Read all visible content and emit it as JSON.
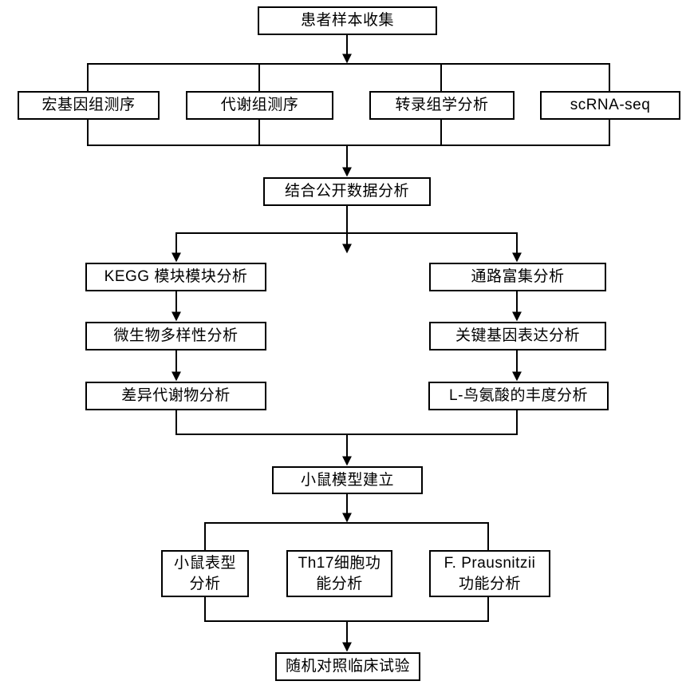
{
  "diagram": {
    "type": "flowchart",
    "background_color": "#ffffff",
    "line_color": "#000000",
    "node_border_color": "#000000",
    "node_fill_color": "#ffffff",
    "text_color": "#000000",
    "nodes": {
      "patient_sample_collection": {
        "label": "患者样本收集"
      },
      "metagenomic_sequencing": {
        "label": "宏基因组测序"
      },
      "metabolomic_sequencing": {
        "label": "代谢组测序"
      },
      "transcriptomic_analysis": {
        "label": "转录组学分析"
      },
      "scrna_seq": {
        "label": "scRNA-seq"
      },
      "combined_public_data_analysis": {
        "label": "结合公开数据分析"
      },
      "kegg_module_analysis": {
        "label": "KEGG 模块模块分析"
      },
      "microbial_diversity_analysis": {
        "label": "微生物多样性分析"
      },
      "differential_metabolite_analysis": {
        "label": "差异代谢物分析"
      },
      "pathway_enrichment_analysis": {
        "label": "通路富集分析"
      },
      "key_gene_expression_analysis": {
        "label": "关键基因表达分析"
      },
      "l_ornithine_abundance_analysis": {
        "label": "L-鸟氨酸的丰度分析"
      },
      "mouse_model_establishment": {
        "label": "小鼠模型建立"
      },
      "mouse_phenotype_analysis": {
        "label": "小鼠表型\n分析"
      },
      "th17_cell_function_analysis": {
        "label": "Th17细胞功\n能分析"
      },
      "f_prausnitzii_function_analysis": {
        "label": "F. Prausnitzii\n功能分析"
      },
      "randomized_controlled_clinical_trial": {
        "label": "随机对照临床试验"
      }
    },
    "edges": [
      [
        "patient_sample_collection",
        "metagenomic_sequencing"
      ],
      [
        "patient_sample_collection",
        "metabolomic_sequencing"
      ],
      [
        "patient_sample_collection",
        "transcriptomic_analysis"
      ],
      [
        "patient_sample_collection",
        "scrna_seq"
      ],
      [
        "metagenomic_sequencing",
        "combined_public_data_analysis"
      ],
      [
        "metabolomic_sequencing",
        "combined_public_data_analysis"
      ],
      [
        "transcriptomic_analysis",
        "combined_public_data_analysis"
      ],
      [
        "scrna_seq",
        "combined_public_data_analysis"
      ],
      [
        "combined_public_data_analysis",
        "kegg_module_analysis"
      ],
      [
        "combined_public_data_analysis",
        "pathway_enrichment_analysis"
      ],
      [
        "kegg_module_analysis",
        "microbial_diversity_analysis"
      ],
      [
        "microbial_diversity_analysis",
        "differential_metabolite_analysis"
      ],
      [
        "pathway_enrichment_analysis",
        "key_gene_expression_analysis"
      ],
      [
        "key_gene_expression_analysis",
        "l_ornithine_abundance_analysis"
      ],
      [
        "differential_metabolite_analysis",
        "mouse_model_establishment"
      ],
      [
        "l_ornithine_abundance_analysis",
        "mouse_model_establishment"
      ],
      [
        "mouse_model_establishment",
        "mouse_phenotype_analysis"
      ],
      [
        "mouse_model_establishment",
        "th17_cell_function_analysis"
      ],
      [
        "mouse_model_establishment",
        "f_prausnitzii_function_analysis"
      ],
      [
        "mouse_phenotype_analysis",
        "randomized_controlled_clinical_trial"
      ],
      [
        "th17_cell_function_analysis",
        "randomized_controlled_clinical_trial"
      ],
      [
        "f_prausnitzii_function_analysis",
        "randomized_controlled_clinical_trial"
      ]
    ]
  }
}
